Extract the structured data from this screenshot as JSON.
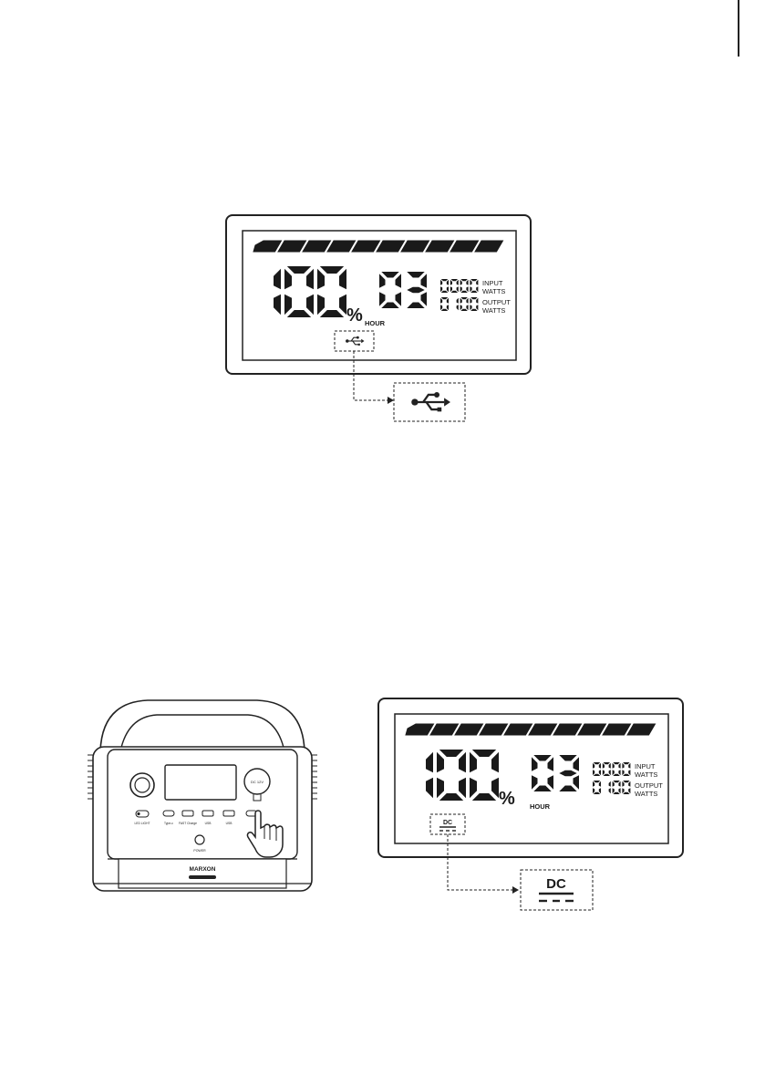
{
  "lcd_text": {
    "percent_symbol": "%",
    "hour_label": "HOUR",
    "input_digits": "0000",
    "input_label_1": "INPUT",
    "input_label_2": "WATTS",
    "output_digits": "0100",
    "output_label_1": "OUTPUT",
    "output_label_2": "WATTS"
  },
  "lcd_values": {
    "battery_percent": "100",
    "hours": "03",
    "battery_bar_segments": 10,
    "battery_bar_filled": 10
  },
  "figure_top": {
    "indicator": "usb-icon"
  },
  "figure_bottom": {
    "indicator_label": "DC",
    "indicator": "dc-icon"
  },
  "device": {
    "brand": "MARXON",
    "port_labels": [
      "LED LIGHT",
      "Type-c",
      "FAST Charge",
      "USB",
      "USB"
    ],
    "dc_socket_label": "DC 12V",
    "power_label": "POWER"
  },
  "colors": {
    "ink": "#1a1a1a",
    "line": "#222222",
    "background": "#ffffff"
  }
}
